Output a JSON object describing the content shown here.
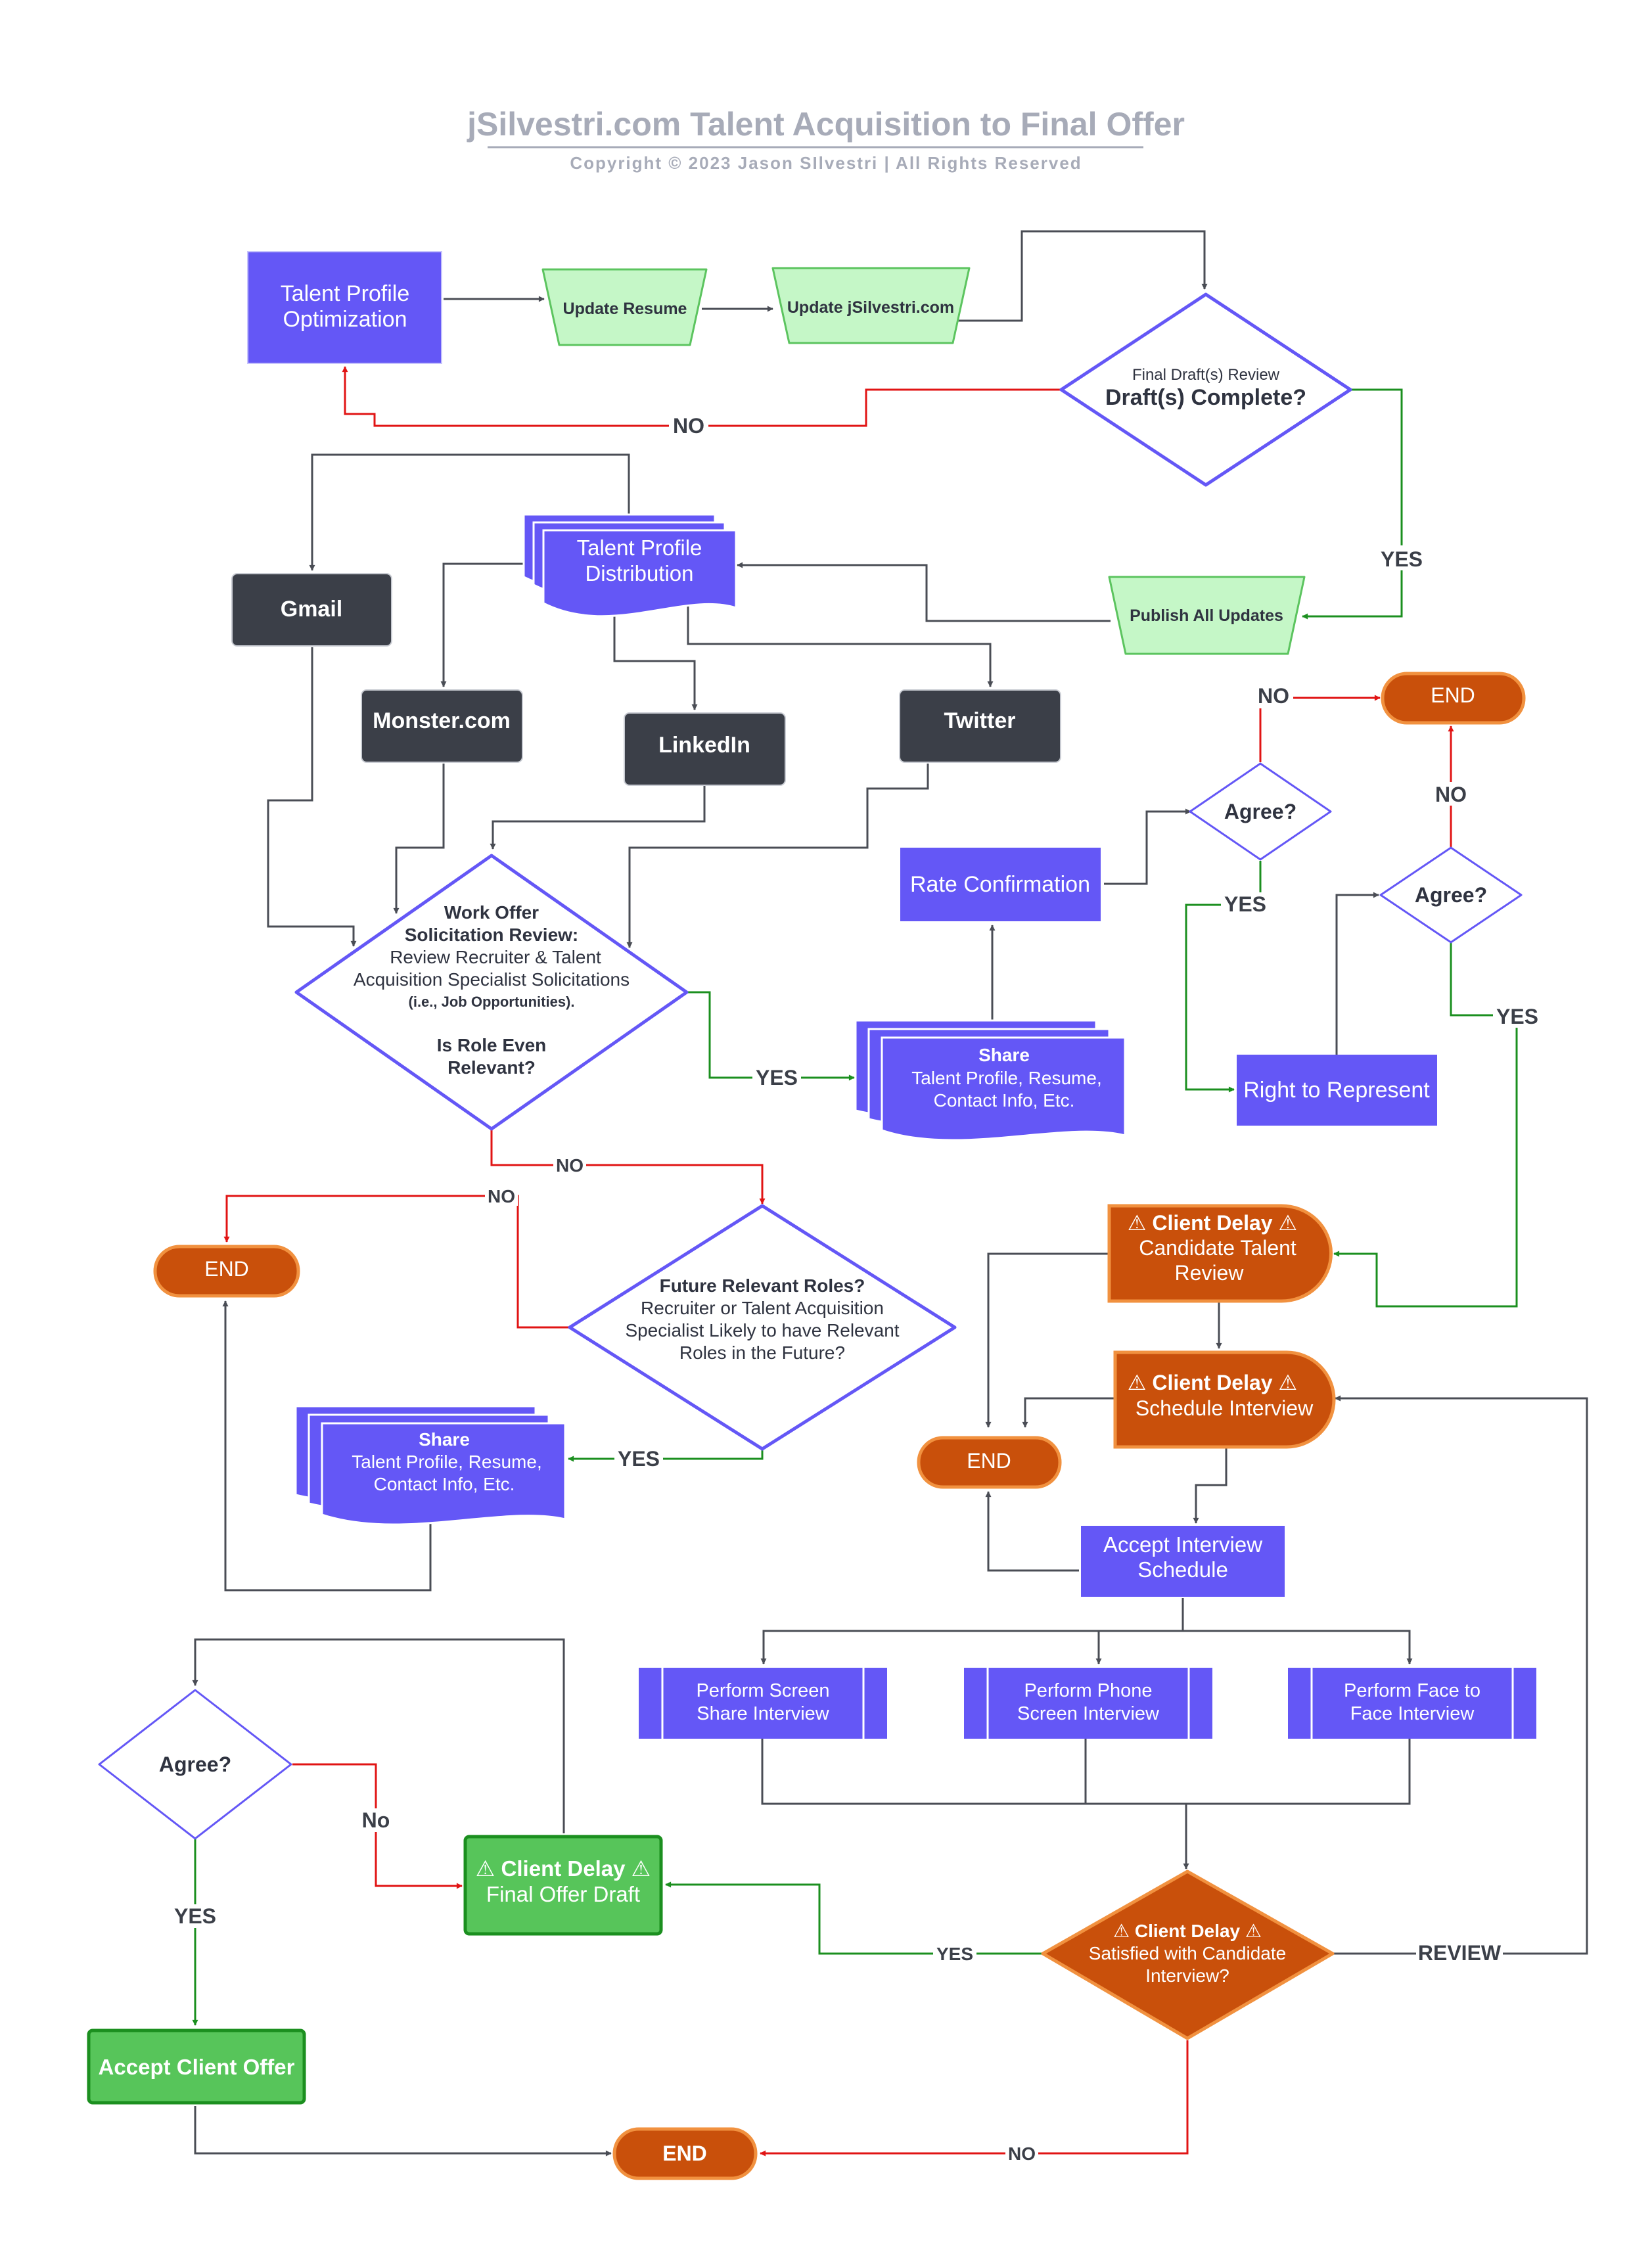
{
  "header": {
    "title": "jSilvestri.com Talent Acquisition to Final Offer",
    "copyright": "Copyright © 2023 Jason SIlvestri | All Rights Reserved"
  },
  "colors": {
    "purple": "#6457f6",
    "dark": "#3b3f48",
    "orange": "#c9500b",
    "orange_border": "#f1913f",
    "light_green": "#c5f7c7",
    "green_border": "#5cc45f",
    "green": "#57c55a",
    "green_line": "#1b8f1f",
    "red_line": "#e11414",
    "gray_line": "#4a4d55"
  },
  "nodes": {
    "talent_profile_optimization": [
      "Talent Profile",
      "Optimization"
    ],
    "update_resume": "Update Resume",
    "update_jsilvestri": "Update jSilvestri.com",
    "final_drafts_review": {
      "small": "Final Draft(s) Review",
      "main": "Draft(s) Complete?"
    },
    "publish_all_updates": "Publish All Updates",
    "talent_profile_distribution": [
      "Talent Profile",
      "Distribution"
    ],
    "gmail": "Gmail",
    "monster": "Monster.com",
    "linkedin": "LinkedIn",
    "twitter": "Twitter",
    "work_offer_review": [
      "Work Offer",
      "Solicitation Review:",
      "Review Recruiter & Talent",
      "Acquisition Specialist Solicitations",
      "(i.e., Job Opportunities).",
      "Is Role Even",
      "Relevant?"
    ],
    "share_top": [
      "Share",
      "Talent Profile, Resume,",
      "Contact Info, Etc."
    ],
    "rate_confirmation": "Rate Confirmation",
    "agree_1": "Agree?",
    "agree_2": "Agree?",
    "agree_3": "Agree?",
    "right_to_represent": "Right to Represent",
    "end_top": "END",
    "end_left": "END",
    "end_mid": "END",
    "end_bottom": "END",
    "future_roles": [
      "Future Relevant Roles?",
      "Recruiter or Talent Acquisition",
      "Specialist Likely to have Relevant",
      "Roles in the Future?"
    ],
    "share_left": [
      "Share",
      "Talent Profile, Resume,",
      "Contact Info, Etc."
    ],
    "client_delay_candidate_review": [
      "⚠ Client Delay ⚠",
      "Candidate Talent",
      "Review"
    ],
    "client_delay_schedule": [
      "⚠ Client Delay ⚠",
      "Schedule Interview"
    ],
    "accept_interview_schedule": [
      "Accept Interview",
      "Schedule"
    ],
    "screen_share_interview": [
      "Perform Screen",
      "Share Interview"
    ],
    "phone_screen_interview": [
      "Perform Phone",
      "Screen Interview"
    ],
    "face_to_face_interview": [
      "Perform Face to",
      "Face Interview"
    ],
    "client_delay_satisfied": [
      "⚠ Client Delay ⚠",
      "Satisfied with Candidate",
      "Interview?"
    ],
    "client_delay_final_offer": [
      "⚠ Client Delay ⚠",
      "Final Offer Draft"
    ],
    "accept_client_offer": "Accept Client Offer"
  },
  "labels": {
    "no_draft": "NO",
    "yes_draft": "YES",
    "no_agree1": "NO",
    "no_agree2": "NO",
    "yes_agree1": "YES",
    "yes_agree2": "YES",
    "yes_work": "YES",
    "no_work": "NO",
    "no_future": "NO",
    "yes_future": "YES",
    "no_agree3": "No",
    "yes_agree3": "YES",
    "yes_satisfied": "YES",
    "review_satisfied": "REVIEW",
    "no_satisfied": "NO"
  }
}
